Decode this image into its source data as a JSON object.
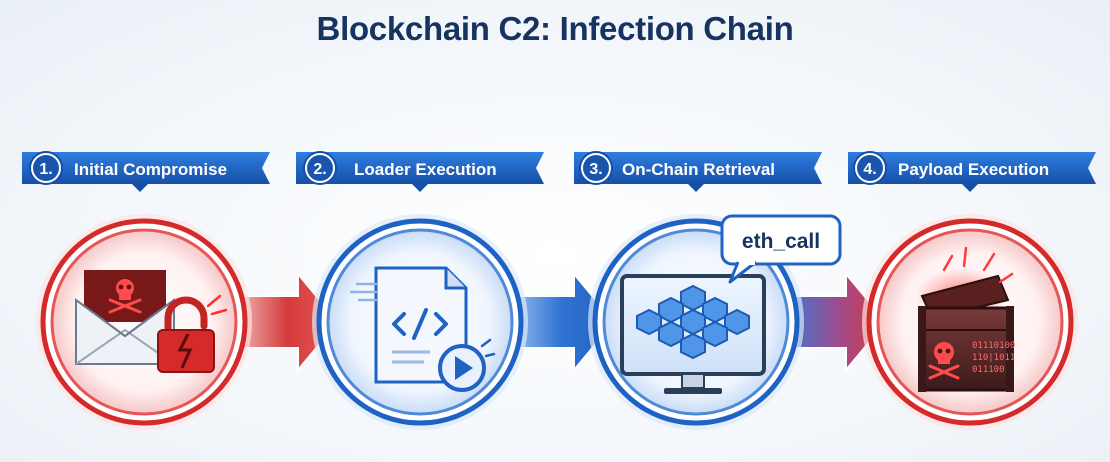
{
  "title": "Blockchain C2: Infection Chain",
  "steps": [
    {
      "number": "1.",
      "label": "Initial Compromise",
      "theme": "red"
    },
    {
      "number": "2.",
      "label": "Loader Execution",
      "theme": "blue"
    },
    {
      "number": "3.",
      "label": "On-Chain Retrieval",
      "theme": "blue"
    },
    {
      "number": "4.",
      "label": "Payload Execution",
      "theme": "red"
    }
  ],
  "callout": {
    "text": "eth_call"
  },
  "binary_text": [
    "01110100",
    "110|1011",
    "011100"
  ],
  "icons": [
    "malicious-email-icon",
    "broken-padlock-icon",
    "code-file-icon",
    "play-icon",
    "blockchain-monitor-icon",
    "malware-crate-icon"
  ],
  "colors": {
    "red": "#d42a2a",
    "blue": "#1e63c4",
    "title": "#16345f"
  }
}
